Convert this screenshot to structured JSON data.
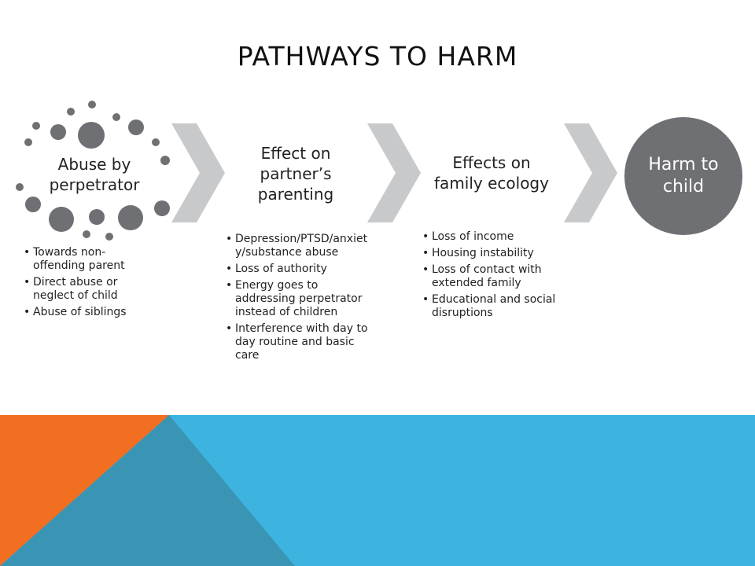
{
  "title": "PATHWAYS TO HARM",
  "steps": [
    {
      "label_lines": [
        "Abuse by",
        "perpetrator"
      ],
      "bullets": [
        "Towards non-offending parent",
        "Direct  abuse or neglect of child",
        "Abuse of siblings"
      ]
    },
    {
      "label_lines": [
        "Effect on",
        "partner’s",
        "parenting"
      ],
      "bullets": [
        "Depression/PTSD/anxiety/substance abuse",
        "Loss of authority",
        "Energy goes to addressing perpetrator instead of children",
        "Interference with day to day routine and basic care"
      ]
    },
    {
      "label_lines": [
        "Effects on",
        "family ecology"
      ],
      "bullets": [
        "Loss of income",
        "Housing instability",
        "Loss of contact with extended family",
        "Educational and social disruptions"
      ]
    }
  ],
  "outcome": {
    "label_lines": [
      "Harm to",
      "child"
    ]
  },
  "colors": {
    "chevron": "#c8c9cb",
    "dots": "#6f7073",
    "outcome_circle": "#6f7073",
    "band_blue": "#3db3e0",
    "band_orange": "#f26f21",
    "band_teal": "#3a95b5"
  }
}
